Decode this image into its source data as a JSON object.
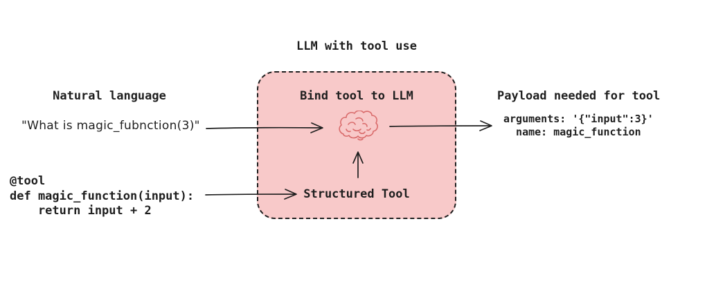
{
  "title": "LLM with tool use",
  "left": {
    "heading": "Natural language",
    "quote": "\"What is magic_fubnction(3)\"",
    "code": "@tool\ndef magic_function(input):\n    return input + 2"
  },
  "center_box": {
    "heading": "Bind tool to LLM",
    "brain_icon": "brain-icon",
    "tool_label": "Structured Tool"
  },
  "right": {
    "heading": "Payload needed for tool",
    "payload": "arguments: '{\"input\":3}'\n  name: magic_function"
  },
  "colors": {
    "text": "#1e1e1e",
    "box_fill": "#f8c9c9",
    "box_border": "#1e1e1e",
    "brain_stroke": "#d96b6b",
    "arrow": "#1e1e1e",
    "background": "#ffffff"
  }
}
